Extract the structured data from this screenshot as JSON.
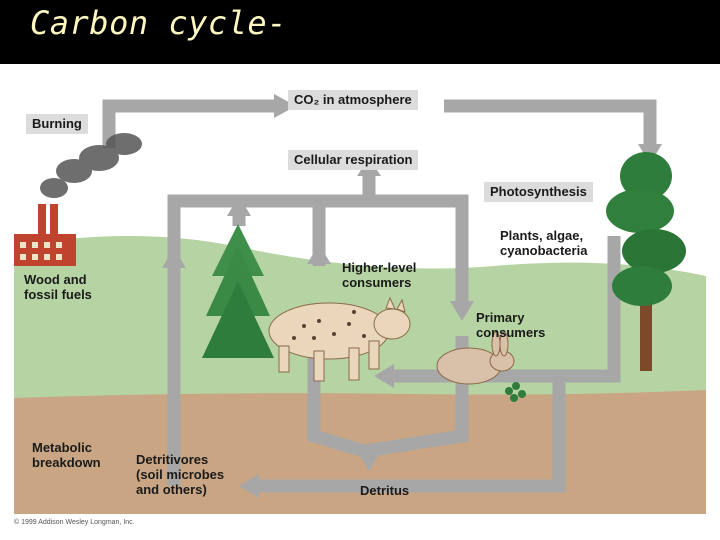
{
  "title": "Carbon cycle-",
  "diagram": {
    "co2_box": "CO₂ in atmosphere",
    "respiration_box": "Cellular respiration",
    "photosynthesis_box": "Photosynthesis",
    "burning": "Burning",
    "producers": [
      "Plants, algae,",
      "cyanobacteria"
    ],
    "higher_consumers": [
      "Higher-level",
      "consumers"
    ],
    "primary_consumers": [
      "Primary",
      "consumers"
    ],
    "wood_fuels": [
      "Wood and",
      "fossil fuels"
    ],
    "metabolic": [
      "Metabolic",
      "breakdown"
    ],
    "detritivores": [
      "Detritivores",
      "(soil microbes",
      "and others)"
    ],
    "detritus": "Detritus",
    "copyright": "© 1999 Addison Wesley Longman, Inc."
  },
  "colors": {
    "sky": "#ffffff",
    "hill": "#b6d4a3",
    "soil": "#c9a583",
    "arrow": "#a7a7a7",
    "label_box": "#dcdcdc",
    "factory": "#c0432e",
    "tree": "#2f7d3c"
  }
}
